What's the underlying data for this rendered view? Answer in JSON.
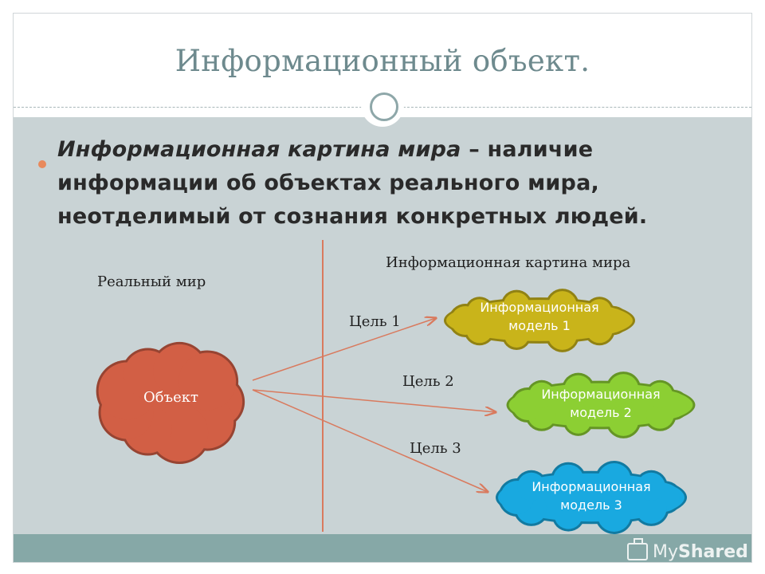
{
  "slide": {
    "title": "Информационный объект.",
    "bullet": {
      "emphasis": "Информационная картина мира",
      "text": " – наличие информации об объектах реального мира, неотделимый от сознания конкретных людей."
    }
  },
  "diagram": {
    "real_world_label": "Реальный мир",
    "info_picture_label": "Информационная картина мира",
    "object": {
      "label": "Объект",
      "color": "#d25f45"
    },
    "goals": [
      "Цель 1",
      "Цель 2",
      "Цель 3"
    ],
    "models": [
      {
        "line1": "Информационная",
        "line2": "модель 1",
        "color": "#c9b41a"
      },
      {
        "line1": "Информационная",
        "line2": "модель 2",
        "color": "#8ccf33"
      },
      {
        "line1": "Информационная",
        "line2": "модель 3",
        "color": "#19a9e0"
      }
    ],
    "arrow_color": "#d97a5e"
  },
  "watermark": {
    "my": "My",
    "shared": "Shared"
  }
}
